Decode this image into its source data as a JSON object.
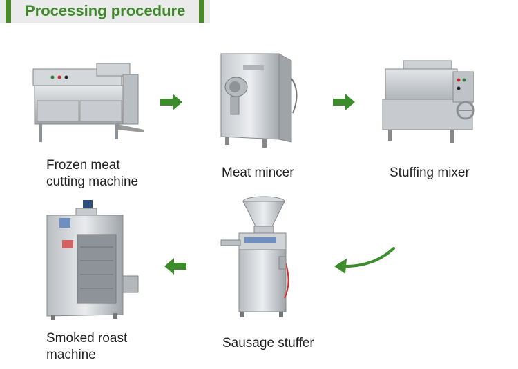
{
  "header": {
    "title": "Processing procedure"
  },
  "colors": {
    "accent": "#3f8a2b",
    "arrow": "#3c8c2c"
  },
  "steps": [
    {
      "label_line1": "Frozen meat",
      "label_line2": "cutting machine",
      "icon": "frozen-meat-cutting-machine"
    },
    {
      "label_line1": "Meat mincer",
      "icon": "meat-mincer-machine"
    },
    {
      "label_line1": "Stuffing mixer",
      "icon": "stuffing-mixer-machine"
    },
    {
      "label_line1": "Sausage stuffer",
      "icon": "sausage-stuffer-machine"
    },
    {
      "label_line1": "Smoked roast",
      "label_line2": "machine",
      "icon": "smoked-roast-machine"
    }
  ]
}
